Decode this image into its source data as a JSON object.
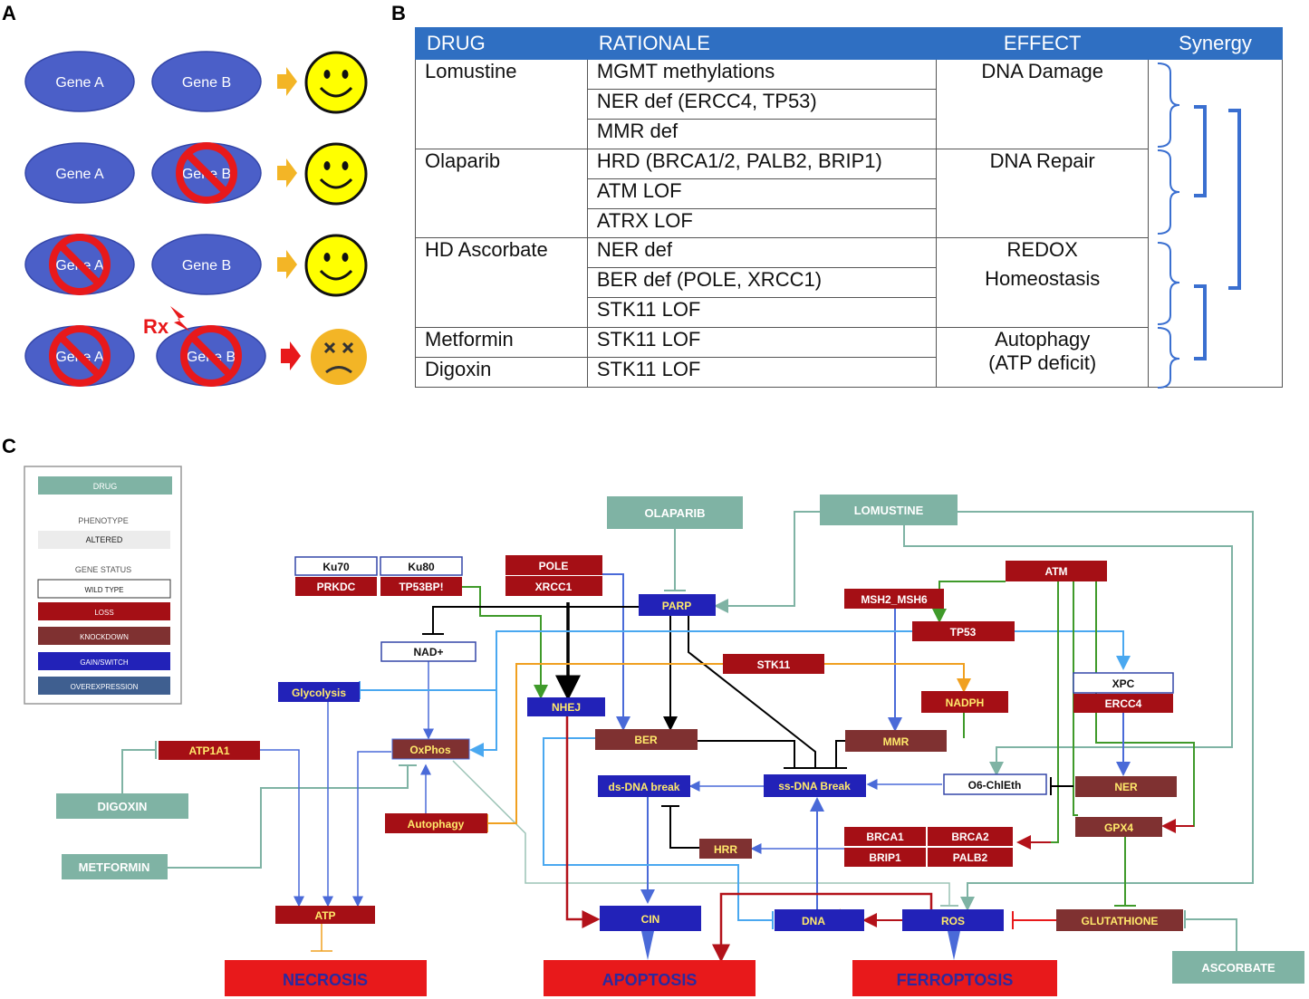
{
  "panels": {
    "a": "A",
    "b": "B",
    "c": "C"
  },
  "panel_a": {
    "rows": [
      {
        "gene_a": "Gene A",
        "gene_b": "Gene B"
      },
      {
        "gene_a": "Gene A",
        "gene_b": "Gene B"
      },
      {
        "gene_a": "Gene A",
        "gene_b": "Gene B"
      },
      {
        "gene_a": "Gene A",
        "gene_b": "Gene B"
      }
    ],
    "rx_label": "Rx"
  },
  "table": {
    "headers": [
      "DRUG",
      "RATIONALE",
      "EFFECT",
      "Synergy"
    ],
    "groups": [
      {
        "drug": "Lomustine",
        "rationales": [
          "MGMT methylations",
          "NER def (ERCC4, TP53)",
          "MMR def"
        ],
        "effect": "DNA Damage"
      },
      {
        "drug": "Olaparib",
        "rationales": [
          "HRD (BRCA1/2, PALB2, BRIP1)",
          "ATM LOF",
          "ATRX LOF"
        ],
        "effect": "DNA Repair"
      },
      {
        "drug": "HD Ascorbate",
        "rationales": [
          "NER def",
          "BER def (POLE, XRCC1)",
          "STK11 LOF"
        ],
        "effect_lines": [
          "REDOX",
          "Homeostasis"
        ]
      },
      {
        "drug": "Metformin",
        "rationales": [
          "STK11 LOF"
        ]
      },
      {
        "drug": "Digoxin",
        "rationales": [
          "STK11 LOF"
        ]
      }
    ],
    "shared_effect_lines": [
      "Autophagy",
      "(ATP deficit)"
    ]
  },
  "legend": {
    "drug": "DRUG",
    "phenotype_title": "PHENOTYPE",
    "altered": "ALTERED",
    "gene_status_title": "GENE STATUS",
    "wild_type": "WILD TYPE",
    "loss": "LOSS",
    "knockdown": "KNOCKDOWN",
    "gain": "GAIN/SWITCH",
    "overexpression": "OVEREXPRESSION"
  },
  "colors": {
    "drug": "#7fb3a4",
    "loss": "#a50f15",
    "knockdown": "#7f3131",
    "gain": "#2222b8",
    "overexpression": "#3f5f90",
    "phenotype": "#e8191b",
    "table_header": "#2f6fc2",
    "brace": "#3a6fd0"
  },
  "nodes": {
    "olaparib": "OLAPARIB",
    "lomustine": "LOMUSTINE",
    "digoxin": "DIGOXIN",
    "metformin": "METFORMIN",
    "ascorbate": "ASCORBATE",
    "ku70": "Ku70",
    "ku80": "Ku80",
    "prkdc": "PRKDC",
    "tp53bp1": "TP53BP!",
    "pole": "POLE",
    "xrcc1": "XRCC1",
    "parp": "PARP",
    "msh2_msh6": "MSH2_MSH6",
    "atm": "ATM",
    "tp53": "TP53",
    "nad": "NAD+",
    "stk11": "STK11",
    "xpc": "XPC",
    "ercc4": "ERCC4",
    "glycolysis": "Glycolysis",
    "nhej": "NHEJ",
    "nadph": "NADPH",
    "atp1a1": "ATP1A1",
    "oxphos": "OxPhos",
    "ber": "BER",
    "mmr": "MMR",
    "ds_dna_break": "ds-DNA break",
    "ss_dna_break": "ss-DNA Break",
    "o6_chleth": "O6-ChlEth",
    "ner": "NER",
    "autophagy": "Autophagy",
    "hrr": "HRR",
    "brca1": "BRCA1",
    "brca2": "BRCA2",
    "brip1": "BRIP1",
    "palb2": "PALB2",
    "gpx4": "GPX4",
    "atp": "ATP",
    "cin": "CIN",
    "dna": "DNA",
    "ros": "ROS",
    "glutathione": "GLUTATHIONE",
    "necrosis": "NECROSIS",
    "apoptosis": "APOPTOSIS",
    "ferroptosis": "FERROPTOSIS"
  }
}
